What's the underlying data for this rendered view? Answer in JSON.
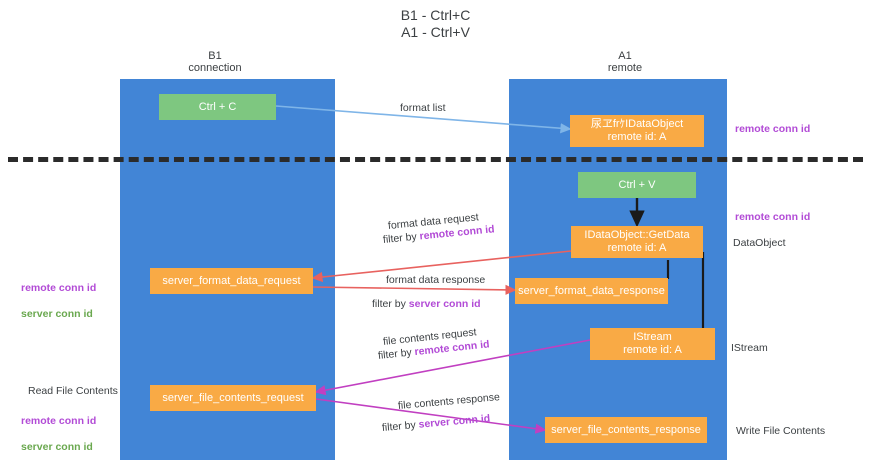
{
  "title": "B1 - Ctrl+C\nA1 - Ctrl+V",
  "columns": {
    "left": "B1\nconnection",
    "right": "A1\nremote"
  },
  "colors": {
    "lane": "#4285d6",
    "green_box": "#7ec780",
    "orange_box": "#f9aa45",
    "purple_text": "#b24bd6",
    "green_text": "#6aa84f",
    "blue_arrow": "#7fb5e8",
    "red_arrow": "#e8625f",
    "magenta_arrow": "#c13fc1",
    "black_arrow": "#1a1a1a",
    "dashed_rule": "#2b2b2b"
  },
  "boxes": {
    "ctrl_c": "Ctrl + C",
    "ctrl_v": "Ctrl + V",
    "idataobject": "尿ヱfrｹIDataObject\nremote id: A",
    "idataobject_getdata": "IDataObject::GetData\nremote id: A",
    "istream": "IStream\nremote id: A",
    "server_format_data_request": "server_format_data_request",
    "server_format_data_response": "server_format_data_response",
    "server_file_contents_request": "server_file_contents_request",
    "server_file_contents_response": "server_file_contents_response"
  },
  "connector_labels": {
    "format_list": "format list",
    "format_data_request": "format data request",
    "format_data_request_filter_prefix": "filter by ",
    "format_data_request_filter_key": "remote conn id",
    "format_data_response": "format data response",
    "format_data_response_filter_prefix": "filter by ",
    "format_data_response_filter_key": "server conn id",
    "file_contents_request": "file contents request",
    "file_contents_request_filter_prefix": "filter by ",
    "file_contents_request_filter_key": "remote conn id",
    "file_contents_response": "file contents response",
    "file_contents_response_filter_prefix": "filter by ",
    "file_contents_response_filter_key": "server conn id"
  },
  "left_annotations": {
    "format_remote": "remote conn id",
    "format_server": "server conn id",
    "read_file_contents": "Read File Contents",
    "file_remote": "remote conn id",
    "file_server": "server conn id"
  },
  "right_annotations": {
    "remote_conn_id_top": "remote conn id",
    "remote_conn_id_mid": "remote conn id",
    "dataobject": "DataObject",
    "istream": "IStream",
    "write_file_contents": "Write File Contents"
  }
}
